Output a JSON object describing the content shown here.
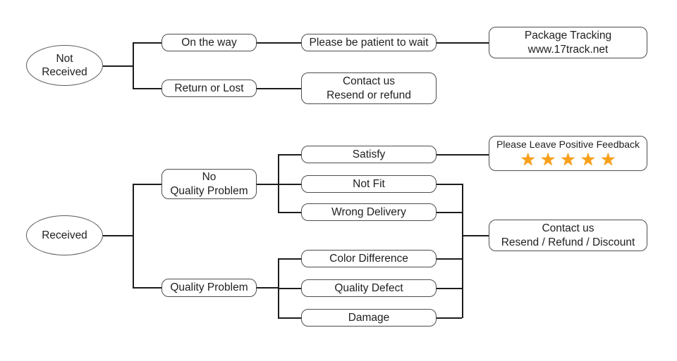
{
  "diagram": {
    "colors": {
      "background": "#ffffff",
      "line": "#1c1c1c",
      "box_border": "#4d4d4d",
      "star": "#F9A11B"
    },
    "nodes": {
      "not_received": {
        "label": "Not\nReceived"
      },
      "received": {
        "label": "Received"
      },
      "on_the_way": {
        "label": "On the way"
      },
      "return_or_lost": {
        "label": "Return or Lost"
      },
      "be_patient": {
        "label": "Please be patient to wait"
      },
      "contact_resend_refund": {
        "label": "Contact us\nResend or refund"
      },
      "package_tracking": {
        "label": "Package Tracking\nwww.17track.net"
      },
      "no_quality_problem": {
        "label": "No\nQuality Problem"
      },
      "quality_problem": {
        "label": "Quality Problem"
      },
      "satisfy": {
        "label": "Satisfy"
      },
      "not_fit": {
        "label": "Not Fit"
      },
      "wrong_delivery": {
        "label": "Wrong Delivery"
      },
      "color_difference": {
        "label": "Color Difference"
      },
      "quality_defect": {
        "label": "Quality Defect"
      },
      "damage": {
        "label": "Damage"
      },
      "feedback": {
        "label": "Please Leave Positive Feedback",
        "stars": "★★★★★",
        "star_count": 5
      },
      "contact_resend_refund_discount": {
        "label": "Contact us\nResend / Refund / Discount"
      }
    }
  }
}
